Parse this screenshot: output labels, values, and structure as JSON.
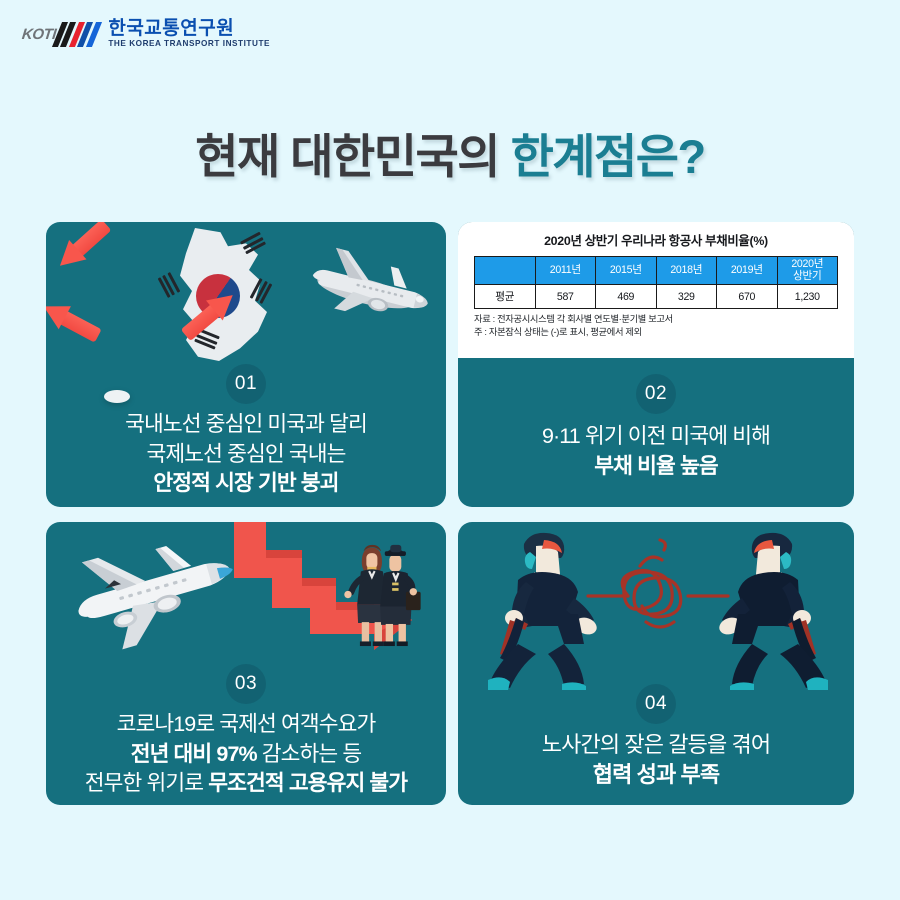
{
  "logo": {
    "mark_text": "KOTI",
    "korean_name": "한국교통연구원",
    "english_name": "THE KOREA TRANSPORT INSTITUTE"
  },
  "title": {
    "part_dark": "현재 대한민국의 ",
    "part_accent": "한계점은?",
    "color_dark": "#3b3b3f",
    "color_accent": "#1b7e92"
  },
  "theme": {
    "page_background": "#e4f8fd",
    "card_background": "#15707f",
    "badge_background": "#126272",
    "table_header_blue": "#1e9be8",
    "arrow_red": "#f8564c"
  },
  "cards": [
    {
      "number": "01",
      "art": "korea-map-airplane-illustration",
      "lines": [
        {
          "text": "국내노선 중심인 미국과 달리",
          "bold": false
        },
        {
          "text": "국제노선 중심인 국내는",
          "bold": false
        },
        {
          "text": "안정적 시장 기반 붕괴",
          "bold": true
        }
      ]
    },
    {
      "number": "02",
      "art": "debt-ratio-table",
      "lines": [
        {
          "text": "9·11 위기 이전 미국에 비해",
          "bold": false
        },
        {
          "text": "부채 비율 높음",
          "bold": true
        }
      ]
    },
    {
      "number": "03",
      "art": "airplane-falling-chart-crew-illustration",
      "lines_rich": [
        [
          {
            "text": "코로나19로 국제선 여객수요가",
            "bold": false
          }
        ],
        [
          {
            "text": "전년 대비 97%",
            "bold": true
          },
          {
            "text": " 감소하는 등",
            "bold": false
          }
        ],
        [
          {
            "text": "전무한 위기로 ",
            "bold": false
          },
          {
            "text": "무조건적 고용유지 불가",
            "bold": true
          }
        ]
      ]
    },
    {
      "number": "04",
      "art": "tug-of-war-businessmen-illustration",
      "lines": [
        {
          "text": "노사간의 잦은 갈등을 겪어",
          "bold": false
        },
        {
          "text": "협력 성과 부족",
          "bold": true
        }
      ]
    }
  ],
  "chart_data": {
    "type": "table",
    "title": "2020년 상반기 우리나라 항공사 부채비율(%)",
    "row_header_blank": "",
    "categories": [
      "2011년",
      "2015년",
      "2018년",
      "2019년",
      "2020년\n상반기"
    ],
    "column_headers": [
      "",
      "2011년",
      "2015년",
      "2018년",
      "2019년",
      "2020년 상반기"
    ],
    "column_header_2020_line1": "2020년",
    "column_header_2020_line2": "상반기",
    "rows": [
      {
        "label": "평균",
        "values": [
          "587",
          "469",
          "329",
          "670",
          "1,230"
        ]
      }
    ],
    "series": [
      {
        "name": "평균",
        "values": [
          587,
          469,
          329,
          670,
          1230
        ]
      }
    ],
    "ylabel": "부채비율(%)",
    "xlabel": "",
    "notes": [
      "자료 : 전자공시시스템 각 회사별 연도별·분기별 보고서",
      "주 : 자본잠식 상태는 (-)로 표시, 평균에서 제외"
    ]
  }
}
